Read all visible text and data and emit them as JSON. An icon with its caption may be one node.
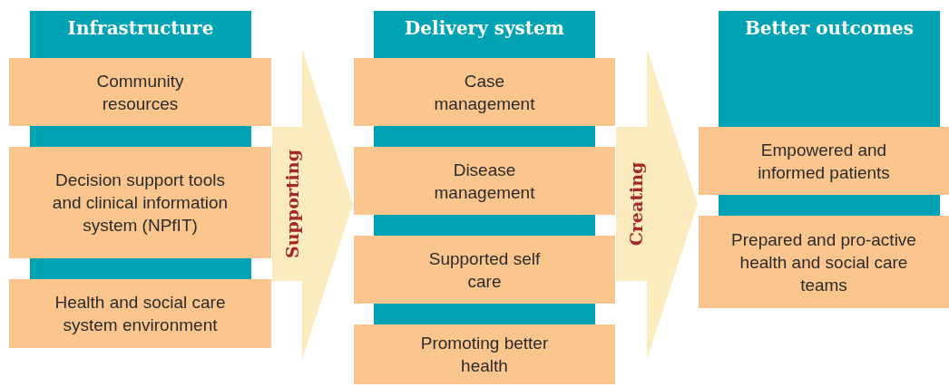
{
  "diagram": {
    "nodes": [
      {
        "text": [
          "Infrastructure"
        ]
      },
      {
        "text": [
          "Community resources"
        ],
        "in": 0
      },
      {
        "text": [
          "Decision support tools and clinical information system (NPfIT)"
        ],
        "in": 0
      },
      {
        "text": [
          "Health and social care system environment"
        ],
        "in": 0
      },
      {
        "text": [
          "Delivery system"
        ]
      },
      {
        "text": [
          "Case management"
        ],
        "in": 4
      },
      {
        "text": [
          "Disease management"
        ],
        "in": 4
      },
      {
        "text": [
          "Supported self care"
        ],
        "in": 4
      },
      {
        "text": [
          "Promoting better health"
        ],
        "in": 4
      },
      {
        "text": [
          "Better outcomes"
        ]
      },
      {
        "text": [
          "Empowered and informed patients"
        ],
        "in": 9
      },
      {
        "text": [
          "Prepared and pro-active health and social care teams"
        ],
        "in": 9
      }
    ],
    "edges": [
      {
        "from": 0,
        "to": 4,
        "arrow": "to",
        "label": "Supporting"
      },
      {
        "from": 4,
        "to": 9,
        "arrow": "to",
        "label": "Creating"
      }
    ]
  }
}
